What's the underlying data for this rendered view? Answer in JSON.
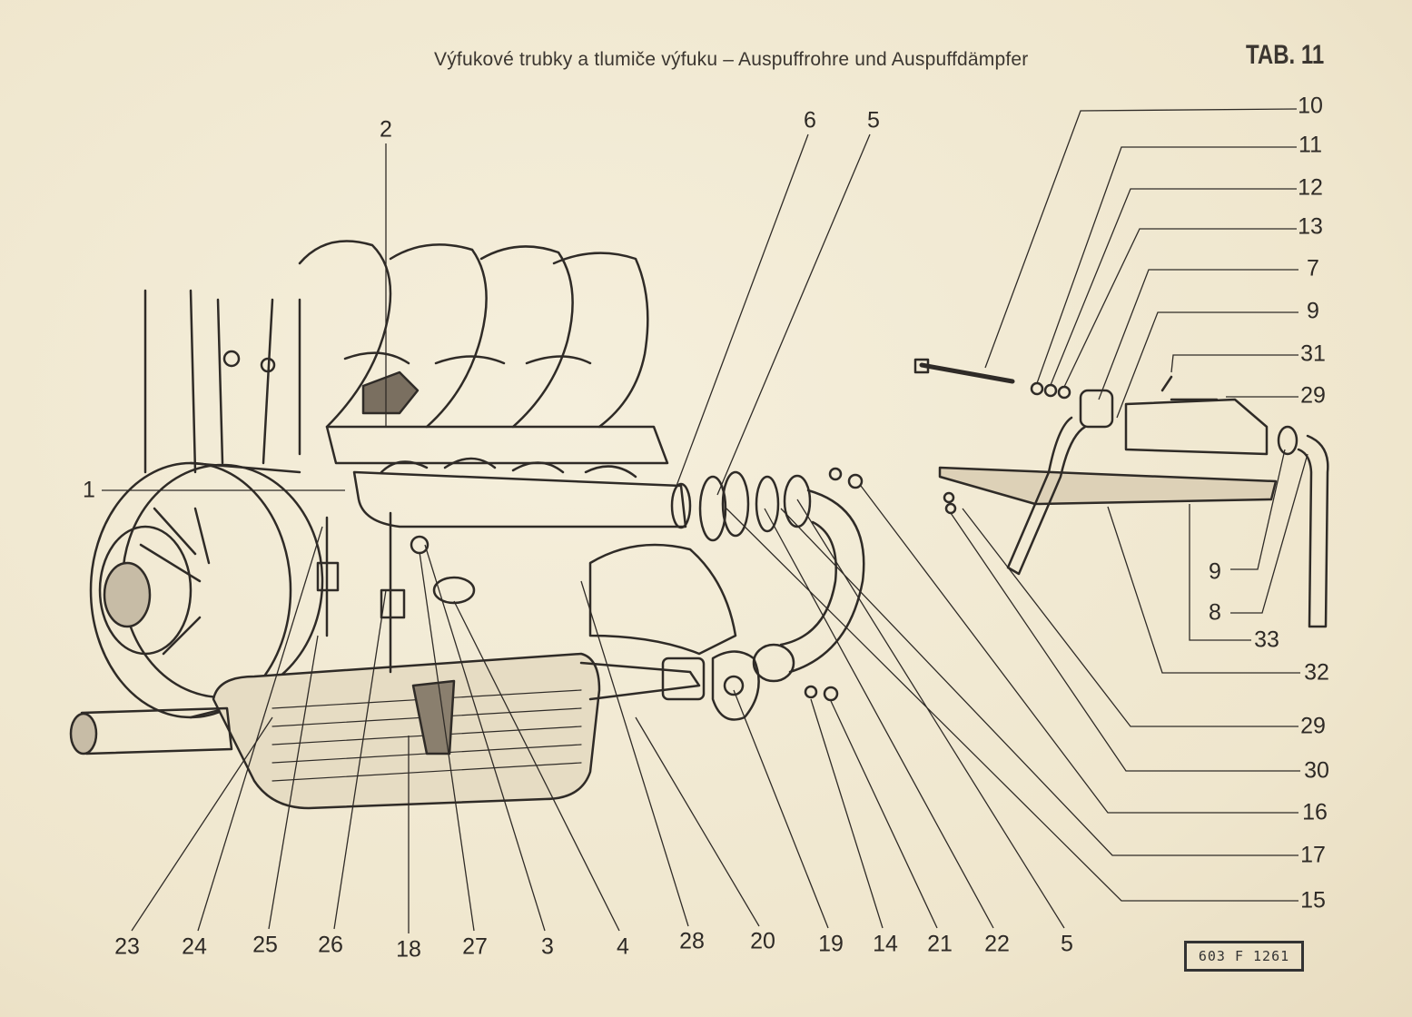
{
  "header": {
    "title": "Výfukové trubky a tlumiče výfuku – Auspuffrohre und Auspuffdämpfer",
    "table_number": "TAB. 11"
  },
  "callouts": [
    "2",
    "6",
    "5",
    "10",
    "11",
    "12",
    "13",
    "7",
    "9",
    "31",
    "29",
    "9",
    "8",
    "33",
    "32",
    "29",
    "30",
    "16",
    "17",
    "15",
    "1",
    "23",
    "24",
    "25",
    "26",
    "18",
    "27",
    "3",
    "4",
    "28",
    "20",
    "19",
    "14",
    "21",
    "22",
    "5"
  ],
  "drawing_code": "603 F 1261"
}
